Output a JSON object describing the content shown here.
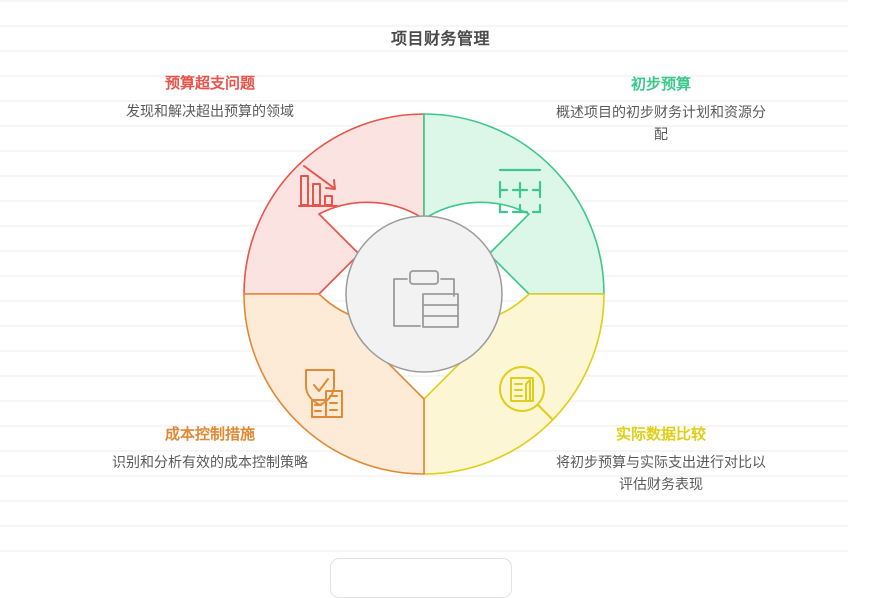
{
  "page": {
    "title": "项目财务管理",
    "title_color": "#4a4a4a",
    "background": "#ffffff",
    "ruled_line_color": "#f6f6f7"
  },
  "center": {
    "icon": "clipboard-table-icon",
    "fill": "#f2f2f2",
    "stroke": "#9b9b9b"
  },
  "segments": [
    {
      "key": "overrun",
      "position": "top-left",
      "title": "预算超支问题",
      "desc": "发现和解决超出预算的领域",
      "color": "#e8544a",
      "fill": "#fbe3e1",
      "icon": "declining-bar-chart-icon"
    },
    {
      "key": "initial",
      "position": "top-right",
      "title": "初步预算",
      "desc": "概述项目的初步财务计划和资源分配",
      "color": "#3cc88c",
      "fill": "#dcf6e8",
      "icon": "table-grid-icon"
    },
    {
      "key": "cost",
      "position": "bottom-left",
      "title": "成本控制措施",
      "desc": "识别和分析有效的成本控制策略",
      "color": "#e08a36",
      "fill": "#fdead7",
      "icon": "shield-check-building-icon"
    },
    {
      "key": "actual",
      "position": "bottom-right",
      "title": "实际数据比较",
      "desc": "将初步预算与实际支出进行对比以评估财务表现",
      "color": "#e1ce16",
      "fill": "#fcf6d4",
      "icon": "magnifier-document-icon"
    }
  ]
}
